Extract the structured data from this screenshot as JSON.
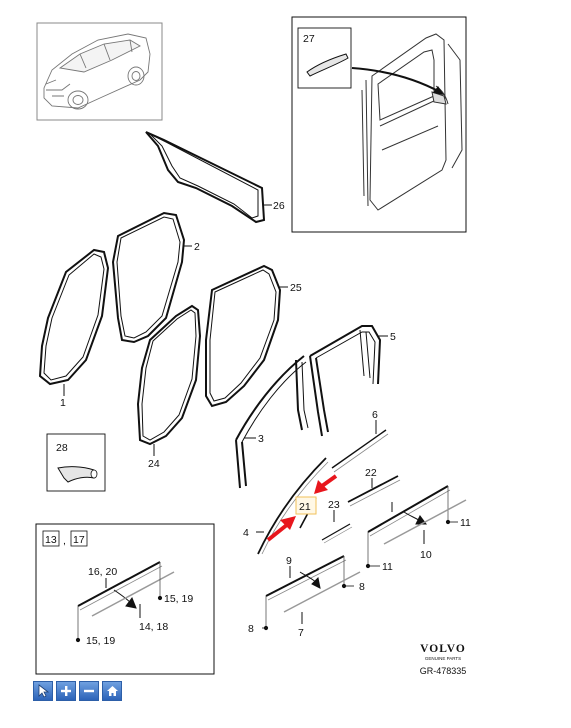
{
  "labels": {
    "l1": "1",
    "l2": "2",
    "l3": "3",
    "l4": "4",
    "l5": "5",
    "l6": "6",
    "l7": "7",
    "l8a": "8",
    "l8b": "8",
    "l9": "9",
    "l10": "10",
    "l11a": "11",
    "l11b": "11",
    "l21": "21",
    "l22": "22",
    "l23": "23",
    "l24": "24",
    "l25": "25",
    "l26": "26",
    "l27": "27",
    "l28": "28",
    "inset_13": "13",
    "inset_sep": ",",
    "inset_17": "17",
    "inset_16_20": "16, 20",
    "inset_15_19a": "15, 19",
    "inset_14_18": "14, 18",
    "inset_15_19b": "15, 19"
  },
  "brand": {
    "name": "VOLVO",
    "tagline": "GENUINE PARTS",
    "code": "GR-478335"
  },
  "toolbar": {
    "buttons": [
      {
        "name": "select-tool-button",
        "icon": "cursor-icon"
      },
      {
        "name": "zoom-in-button",
        "icon": "plus-icon"
      },
      {
        "name": "zoom-out-button",
        "icon": "minus-icon"
      },
      {
        "name": "home-button",
        "icon": "home-icon"
      }
    ]
  },
  "colors": {
    "highlight_arrow": "#e8161d",
    "highlight_box": "#f2c15a",
    "toolbar": "#3b6fc2"
  }
}
